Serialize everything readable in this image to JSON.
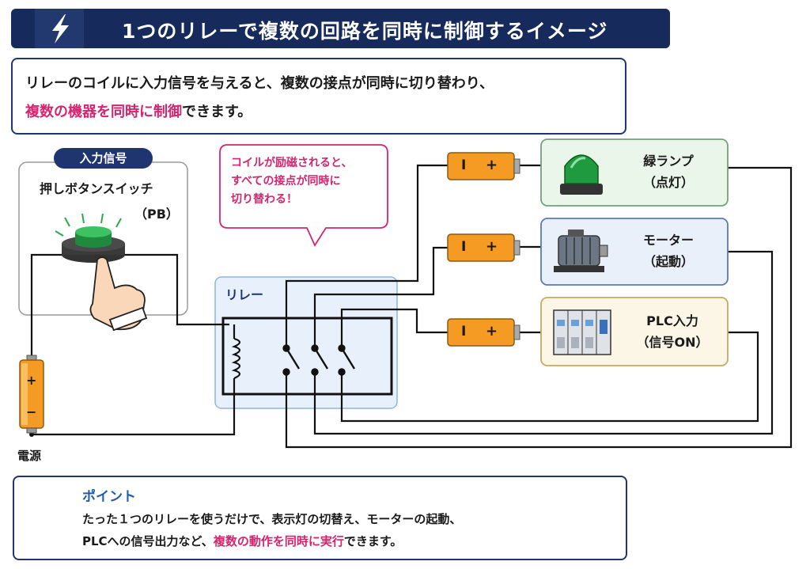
{
  "title": "1つのリレーで複数の回路を同時に制御するイメージ",
  "intro": {
    "line1": "リレーのコイルに入力信号を与えると、複数の接点が同時に切り替わり、",
    "line2_highlight": "複数の機器を同時に制御",
    "line2_rest": "できます。"
  },
  "input_badge": "入力信号",
  "switch_label": "押しボタンスイッチ",
  "switch_abbr": "（PB）",
  "callout": {
    "line1": "コイルが励磁されると、",
    "line2": "すべての接点が同時に",
    "line3": "切り替わる！"
  },
  "relay_label": "リレー",
  "power_label": "電源",
  "battery_plus": "+",
  "battery_minus": "−",
  "inline_battery": {
    "minus": "I",
    "plus": "+"
  },
  "devices": [
    {
      "name": "緑ランプ",
      "sub": "（点灯）",
      "bg": "#eaf6ea",
      "border": "#6fa37a"
    },
    {
      "name": "モーター",
      "sub": "（起動）",
      "bg": "#eaf0fa",
      "border": "#5a79b8"
    },
    {
      "name": "PLC入力",
      "sub": "（信号ON）",
      "bg": "#fcf6e6",
      "border": "#c9a860"
    }
  ],
  "point": {
    "title": "ポイント",
    "line1": "たった１つのリレーを使うだけで、表示灯の切替え、モーターの起動、",
    "line2_pre": "PLCへの信号出力など、",
    "line2_highlight": "複数の動作を同時に実行",
    "line2_post": "できます。"
  },
  "colors": {
    "navy": "#162a5c",
    "accent": "#d6246e",
    "battery": "#f59a23",
    "button_green": "#2ea84f",
    "relay_bg": "#e8f1fb"
  }
}
